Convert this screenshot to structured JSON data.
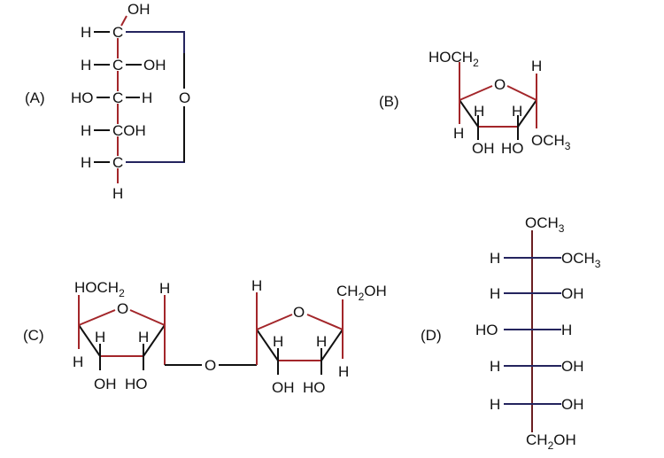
{
  "figure": {
    "panels": [
      {
        "id": "A",
        "label": "(A)",
        "type": "fischer-ring",
        "top_substituent": "OH",
        "rows": [
          {
            "left": "H",
            "center": "C",
            "right": ""
          },
          {
            "left": "H",
            "center": "C",
            "right": "OH"
          },
          {
            "left": "HO",
            "center": "C",
            "right": "H"
          },
          {
            "left": "H",
            "center": "COH",
            "right": ""
          },
          {
            "left": "H",
            "center": "C",
            "right": ""
          }
        ],
        "bottom_substituent": "H",
        "ring_oxygen": "O"
      },
      {
        "id": "B",
        "label": "(B)",
        "type": "haworth-furanose",
        "ring_oxygen": "O",
        "substituents": {
          "c4_up": "HOCH",
          "c4_up_sub": "2",
          "c4_down": "H",
          "c3_up": "H",
          "c3_down": "OH",
          "c2_up": "H",
          "c2_down": "HO",
          "c1_up": "H",
          "c1_down": "OCH",
          "c1_down_sub": "3"
        }
      },
      {
        "id": "C",
        "label": "(C)",
        "type": "disaccharide",
        "bridge_oxygen": "O",
        "left_ring": {
          "ring_oxygen": "O",
          "c4_up": "HOCH",
          "c4_up_sub": "2",
          "c4_down": "H",
          "c3_up": "H",
          "c3_down": "OH",
          "c2_up": "H",
          "c2_down": "HO",
          "c1_up": "H"
        },
        "right_ring": {
          "ring_oxygen": "O",
          "c2_up": "H",
          "c3_up": "H",
          "c3_down": "OH",
          "c4_up": "H",
          "c4_down": "HO",
          "c5_up": "CH",
          "c5_up_sub": "2",
          "c5_up_tail": "OH",
          "c5_down": "H"
        }
      },
      {
        "id": "D",
        "label": "(D)",
        "type": "fischer",
        "top": {
          "main": "OCH",
          "sub": "3"
        },
        "rows": [
          {
            "left": "H",
            "right": "OCH",
            "right_sub": "3"
          },
          {
            "left": "H",
            "right": "OH"
          },
          {
            "left": "HO",
            "right": "H"
          },
          {
            "left": "H",
            "right": "OH"
          },
          {
            "left": "H",
            "right": "OH"
          }
        ],
        "bottom": {
          "pre": "CH",
          "sub": "2",
          "post": "OH"
        }
      }
    ],
    "colors": {
      "backbone_red": "#a3262a",
      "bond_black": "#111111",
      "bond_blue": "#24245e"
    }
  }
}
